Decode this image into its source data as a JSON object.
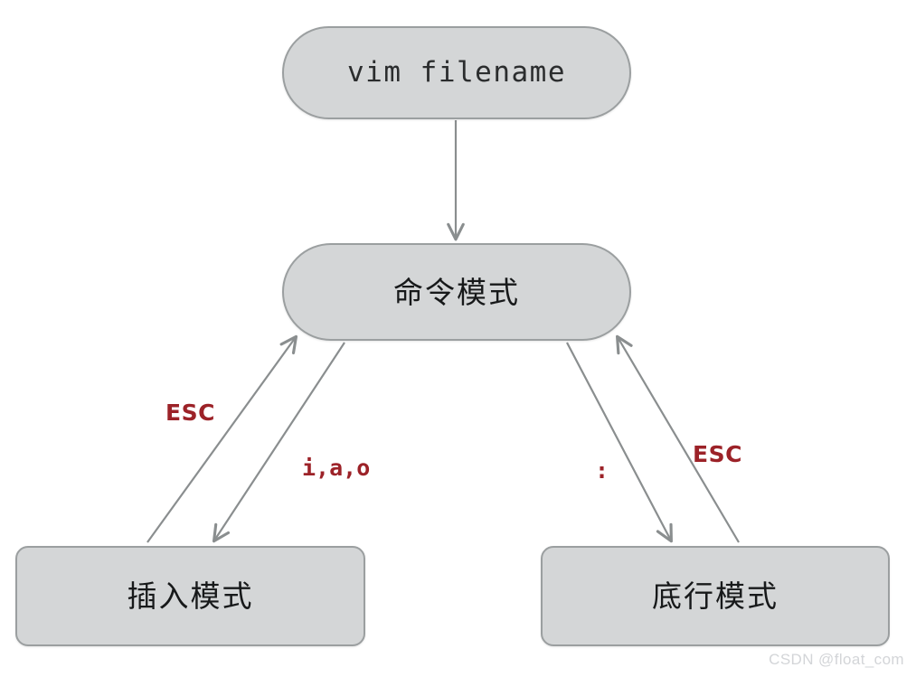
{
  "diagram": {
    "title": "vim mode transitions",
    "colors": {
      "node_fill": "#d4d6d7",
      "node_border": "#9b9fa0",
      "edge_stroke": "#8a8e8f",
      "label_text": "#9c2228",
      "node_text": "#17191a",
      "background": "#ffffff",
      "watermark": "#d3d5d8"
    },
    "nodes": [
      {
        "id": "start",
        "label": "vim filename",
        "shape": "pill"
      },
      {
        "id": "command",
        "label": "命令模式",
        "shape": "pill"
      },
      {
        "id": "insert",
        "label": "插入模式",
        "shape": "rounded-rect"
      },
      {
        "id": "lastline",
        "label": "底行模式",
        "shape": "rounded-rect"
      }
    ],
    "edges": [
      {
        "id": "start-to-command",
        "from": "start",
        "to": "command",
        "label": ""
      },
      {
        "id": "insert-to-command",
        "from": "insert",
        "to": "command",
        "label": "ESC"
      },
      {
        "id": "command-to-insert",
        "from": "command",
        "to": "insert",
        "label": "i,a,o"
      },
      {
        "id": "command-to-lastline",
        "from": "command",
        "to": "lastline",
        "label": ":"
      },
      {
        "id": "lastline-to-command",
        "from": "lastline",
        "to": "command",
        "label": "ESC"
      }
    ]
  },
  "watermark": {
    "text": "CSDN @float_com"
  }
}
